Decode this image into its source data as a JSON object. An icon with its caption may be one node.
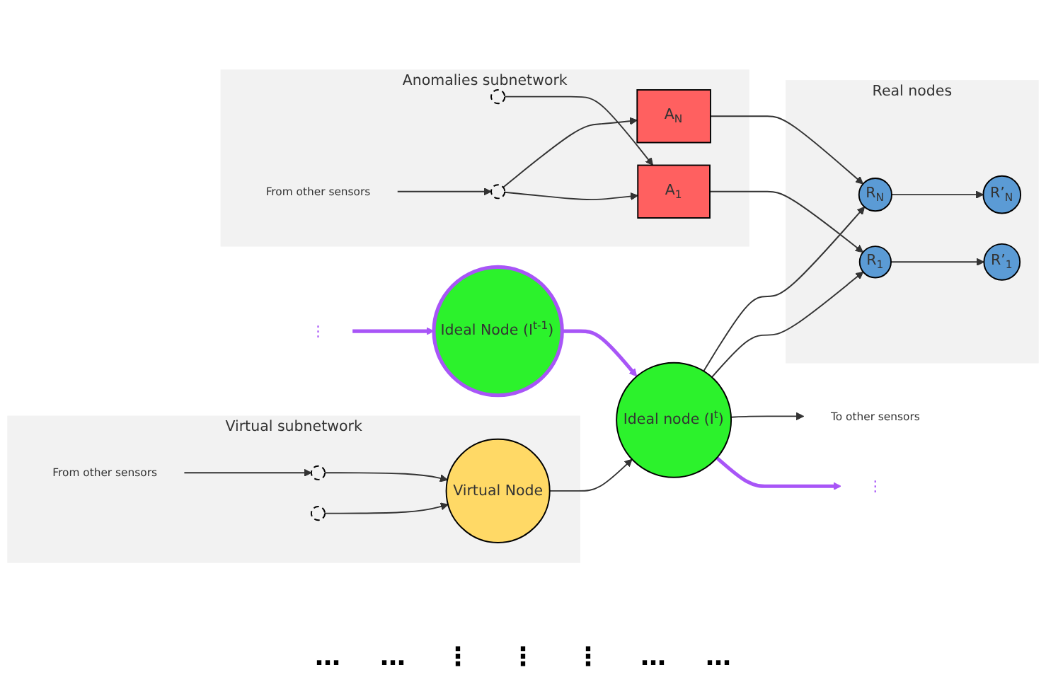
{
  "diagram": {
    "nodes": [
      {
        "text": [
          "Virtual subnetwork"
        ]
      },
      {
        "text": [],
        "shape": "circle",
        "in": 0
      },
      {
        "text": [
          "From other sensors"
        ],
        "in": 0
      },
      {
        "text": [
          "Virtual Node"
        ],
        "in": 0
      },
      {
        "text": [],
        "shape": "circle",
        "in": 0
      },
      {
        "text": [
          "⋮"
        ]
      },
      {
        "text": [
          "Ideal Node (I$^{t-1}$)"
        ]
      },
      {
        "text": [
          "Ideal node (I$^{t}$)"
        ]
      },
      {
        "text": [
          "To other sensors"
        ]
      },
      {
        "text": [
          "⋮"
        ]
      },
      {
        "text": [
          "Real nodes"
        ]
      },
      {
        "text": [
          "R$_{1}$"
        ],
        "in": 10
      },
      {
        "text": [
          "R’$_{1}$"
        ],
        "in": 10
      },
      {
        "text": [
          "R$_{N}$"
        ],
        "in": 10
      },
      {
        "text": [
          "R’$_{N}$"
        ],
        "in": 10
      },
      {
        "text": [
          "Anomalies subnetwork"
        ]
      },
      {
        "text": [
          "A$_{1}$"
        ],
        "in": 15
      },
      {
        "text": [],
        "shape": "circle",
        "in": 15
      },
      {
        "text": [
          "A$_{N}$"
        ],
        "in": 15
      },
      {
        "text": [],
        "shape": "circle",
        "in": 15
      },
      {
        "text": [
          "From other sensors"
        ],
        "in": 15
      }
    ],
    "edges": [
      {
        "from": 2,
        "to": 1,
        "arrow": "to"
      },
      {
        "from": 1,
        "to": 3,
        "arrow": "to"
      },
      {
        "from": 4,
        "to": 3,
        "arrow": "to"
      },
      {
        "from": 3,
        "to": 7,
        "arrow": "to"
      },
      {
        "from": 5,
        "to": 6,
        "arrow": "to",
        "style": "thick",
        "color": "#a855f7"
      },
      {
        "from": 6,
        "to": 7,
        "arrow": "to",
        "style": "thick",
        "color": "#a855f7"
      },
      {
        "from": 7,
        "to": 9,
        "arrow": "to",
        "style": "thick",
        "color": "#a855f7"
      },
      {
        "from": 7,
        "to": 8,
        "arrow": "to"
      },
      {
        "from": 7,
        "to": 11,
        "arrow": "to"
      },
      {
        "from": 7,
        "to": 13,
        "arrow": "to"
      },
      {
        "from": 11,
        "to": 12,
        "arrow": "to"
      },
      {
        "from": 13,
        "to": 14,
        "arrow": "to"
      },
      {
        "from": 16,
        "to": 11,
        "arrow": "to"
      },
      {
        "from": 18,
        "to": 13,
        "arrow": "to"
      },
      {
        "from": 17,
        "to": 16,
        "arrow": "to"
      },
      {
        "from": 19,
        "to": 16,
        "arrow": "to"
      },
      {
        "from": 19,
        "to": 18,
        "arrow": "to"
      },
      {
        "from": 20,
        "to": 19,
        "arrow": "to"
      }
    ],
    "labels": [
      "…",
      "…",
      "⋮",
      "⋮",
      "⋮",
      "…",
      "…"
    ]
  }
}
